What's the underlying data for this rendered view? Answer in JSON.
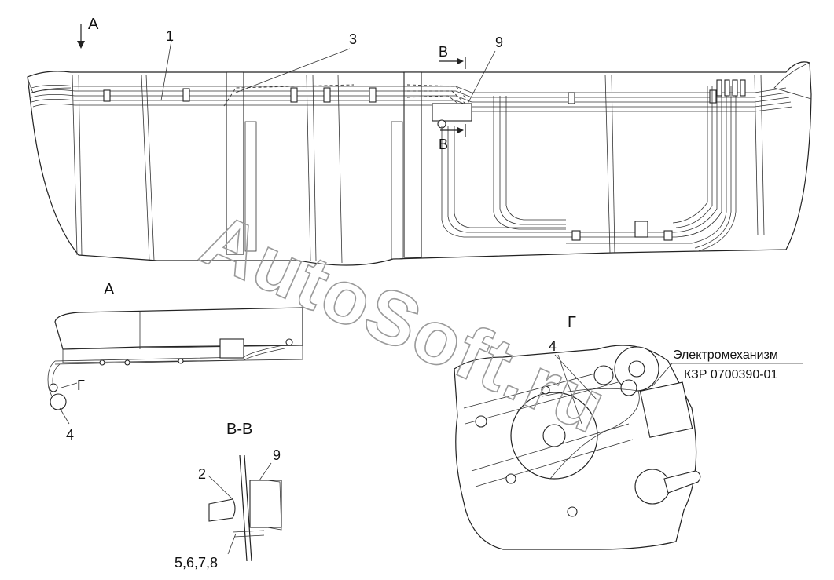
{
  "labels": {
    "view_a_arrow": "A",
    "callout_1": "1",
    "callout_3": "3",
    "section_b_top": "B",
    "callout_9_main": "9",
    "section_b_bottom": "B",
    "view_a_title": "A",
    "callout_4_view_a": "4",
    "callout_g_view_a": "Г",
    "section_bb_title": "B-B",
    "callout_2": "2",
    "callout_9_section": "9",
    "callout_5678": "5,6,7,8",
    "view_g_title": "Г",
    "callout_4_view_g": "4",
    "mechanism_name": "Электромеханизм",
    "mechanism_code": "КЗР 0700390-01"
  },
  "watermark": "AutoSoft.ru",
  "colors": {
    "line": "#222222",
    "watermark": "#9a9a9a",
    "background": "#ffffff"
  }
}
